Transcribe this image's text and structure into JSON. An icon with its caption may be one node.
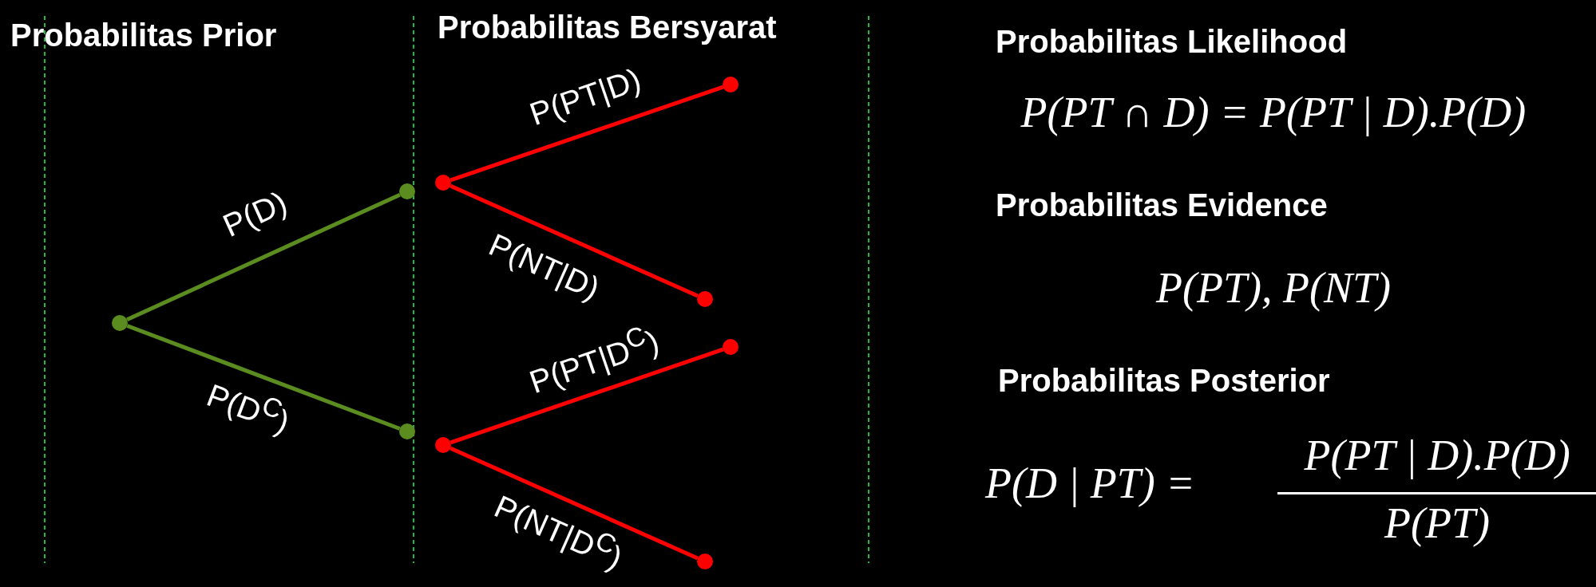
{
  "diagram": {
    "nodes": [
      {
        "text": [],
        "shape": "circle"
      },
      {
        "text": [],
        "shape": "circle"
      },
      {
        "text": [],
        "shape": "circle"
      },
      {
        "text": [],
        "shape": "circle"
      },
      {
        "text": [],
        "shape": "circle"
      },
      {
        "text": [],
        "shape": "circle"
      },
      {
        "text": [],
        "shape": "circle"
      },
      {
        "text": [],
        "shape": "circle"
      },
      {
        "text": [],
        "shape": "circle"
      }
    ],
    "edges": [
      {
        "from": 0,
        "to": 1,
        "arrow": "none",
        "label": "P(D)",
        "color": "#5b8c1f"
      },
      {
        "from": 0,
        "to": 2,
        "arrow": "none",
        "label": "P(D$^{C}$)",
        "color": "#5b8c1f"
      },
      {
        "from": 3,
        "to": 4,
        "arrow": "none",
        "label": "P(PT|D)"
      },
      {
        "from": 3,
        "to": 5,
        "arrow": "none",
        "label": "P(NT|D)"
      },
      {
        "from": 6,
        "to": 7,
        "arrow": "none",
        "label": "P(PT|D$^{C}$)"
      },
      {
        "from": 6,
        "to": 8,
        "arrow": "none",
        "label": "P(NT|D$^{C}$)"
      }
    ],
    "labels": [
      "Probabilitas Prior",
      "Probabilitas Bersyarat",
      "Probabilitas Likelihood",
      "P(PT ∩ D) = P(PT | D).P(D)",
      "Probabilitas Evidence",
      "P(PT), P(NT)",
      "Probabilitas Posterior",
      "P(D | PT) =",
      "P(PT | D).P(D)",
      "P(PT)"
    ]
  }
}
